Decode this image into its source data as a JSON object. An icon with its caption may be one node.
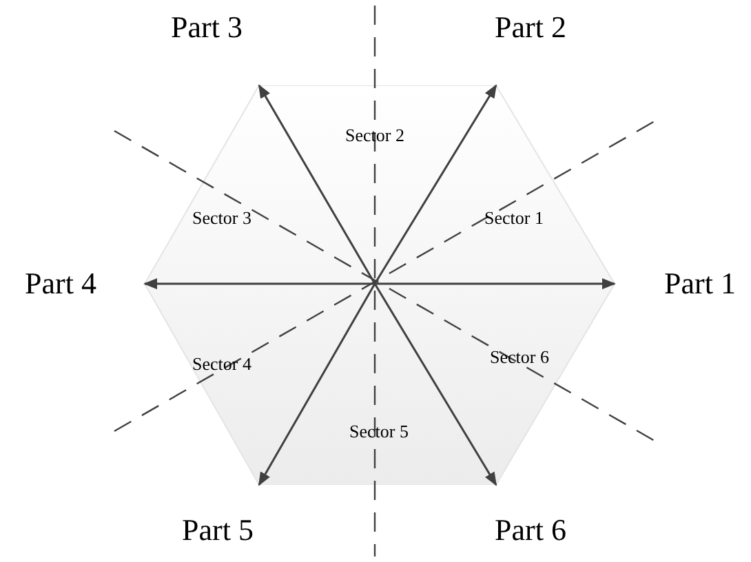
{
  "diagram": {
    "nodes": [
      {
        "text": [
          "Sector 2",
          "Sector 3",
          "Sector 1",
          "Sector 4",
          "Sector 6",
          "Sector 5"
        ]
      }
    ],
    "labels": [
      "Part 3",
      "Part 2",
      "Part 4",
      "Part 1",
      "Part 5",
      "Part 6"
    ]
  }
}
